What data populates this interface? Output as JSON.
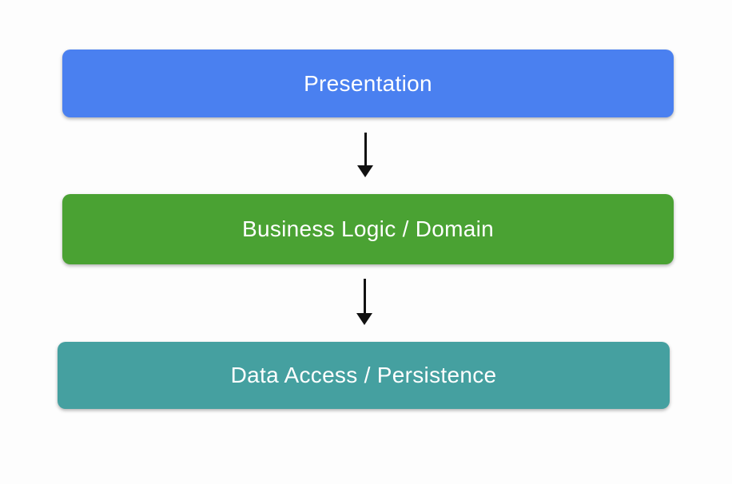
{
  "colors": {
    "background": "#fdfdfd",
    "label_text": "#ffffff",
    "arrow": "#111111",
    "presentation_blue": "#4a80f0",
    "business_green": "#4aa233",
    "data_teal": "#45a0a0"
  },
  "layers": [
    {
      "label": "Presentation",
      "color": "#4a80f0"
    },
    {
      "label": "Business Logic / Domain",
      "color": "#4aa233"
    },
    {
      "label": "Data Access / Persistence",
      "color": "#45a0a0"
    }
  ],
  "arrows": [
    {
      "from": "Presentation",
      "to": "Business Logic / Domain",
      "direction": "down"
    },
    {
      "from": "Business Logic / Domain",
      "to": "Data Access / Persistence",
      "direction": "down"
    }
  ]
}
